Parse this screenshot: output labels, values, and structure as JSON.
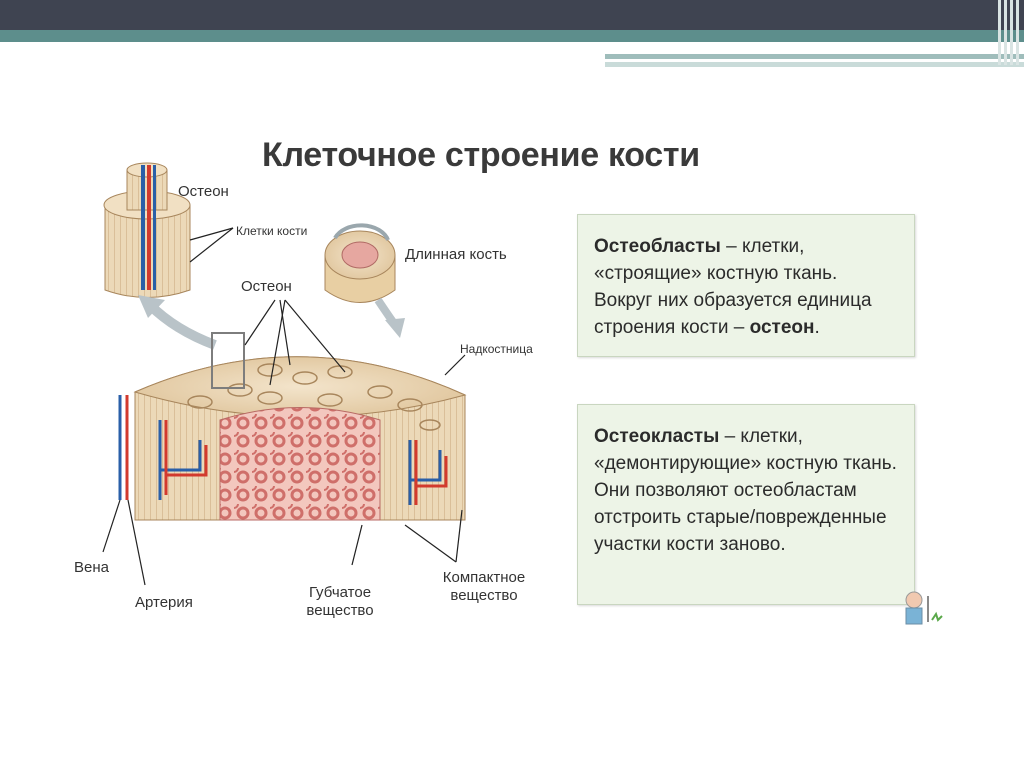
{
  "slide": {
    "title": "Клеточное строение кости",
    "box1": {
      "bold_term": "Остеобласты",
      "text1": " – клетки, «строящие» костную ткань. Вокруг них образуется единица строения кости – ",
      "bold_end": "остеон",
      "text_end": "."
    },
    "box2": {
      "bold_term": "Остеокласты",
      "text1": " – клетки, «демонтирующие» костную ткань. Они позволяют остеобластам отстроить старые/поврежденные участки кости заново."
    }
  },
  "diagram": {
    "labels": {
      "osteon_top": "Остеон",
      "bone_cells": "Клетки кости",
      "long_bone": "Длинная кость",
      "osteon_mid": "Остеон",
      "periosteum": "Надкостница",
      "vein": "Вена",
      "artery": "Артерия",
      "spongy_1": "Губчатое",
      "spongy_2": "вещество",
      "compact_1": "Компактное",
      "compact_2": "вещество"
    },
    "colors": {
      "bone": "#e9d6b6",
      "bone_dark": "#c9a87c",
      "spongy": "#e8948f",
      "artery": "#d23a2e",
      "vein": "#2a5fa8",
      "arrow": "#b9c3c8"
    }
  }
}
